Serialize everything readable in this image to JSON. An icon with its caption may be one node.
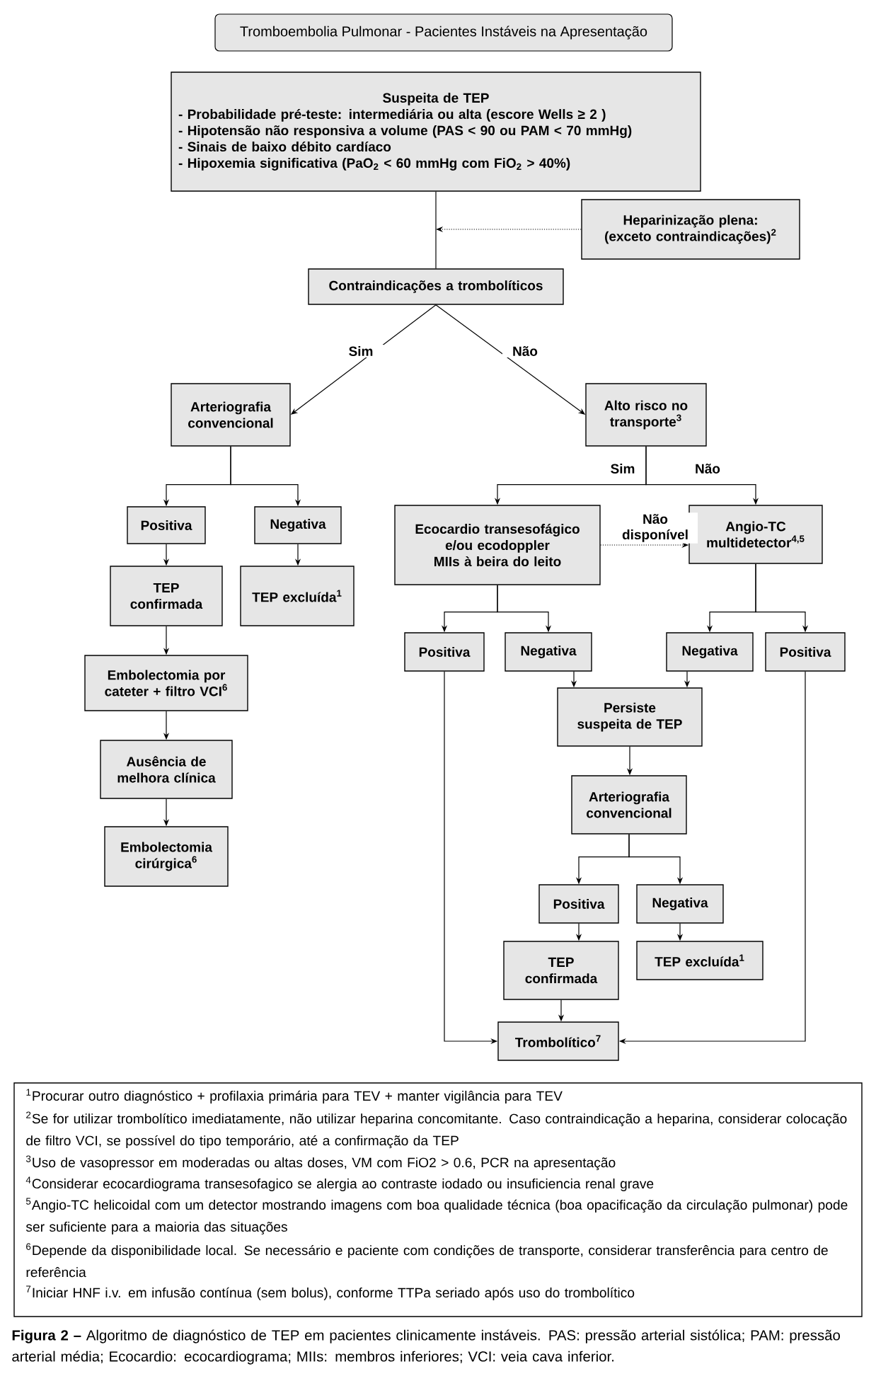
{
  "diagram": {
    "title": "Tromboembolia Pulmonar - Pacientes Instáveis na Apresentação",
    "nodes": [
      {
        "text": [
          "Suspeita de TEP",
          "- Probabilidade pré-teste: intermediária ou alta (escore Wells ≥ 2 )",
          "- Hipotensão não responsiva a volume (PAS < 90 ou PAM < 70 mmHg)",
          "- Sinais de baixo débito cardíaco",
          "- Hipoxemia significativa (PaO$_{2}$ < 60 mmHg com FiO$_{2}$ > 40%)"
        ]
      },
      {
        "text": [
          "Heparinização plena: (exceto contraindicações)$^{2}$"
        ]
      },
      {
        "text": [
          "Contraindicações a trombolíticos"
        ]
      },
      {
        "text": [
          "Arteriografia convencional"
        ]
      },
      {
        "text": [
          "Alto risco no transporte$^{3}$"
        ]
      },
      {
        "text": [
          "Positiva"
        ]
      },
      {
        "text": [
          "Negativa"
        ]
      },
      {
        "text": [
          "TEP confirmada"
        ]
      },
      {
        "text": [
          "TEP excluída$^{1}$"
        ]
      },
      {
        "text": [
          "Embolectomia por cateter + filtro VCI$^{6}$"
        ]
      },
      {
        "text": [
          "Ausência de melhora clínica"
        ]
      },
      {
        "text": [
          "Embolectomia cirúrgica$^{6}$"
        ]
      },
      {
        "text": [
          "Ecocardio transesofágico e/ou ecodoppler MIIs à beira do leito"
        ]
      },
      {
        "text": [
          "Angio-TC multidetector$^{4,5}$"
        ]
      },
      {
        "text": [
          "Positiva"
        ]
      },
      {
        "text": [
          "Negativa"
        ]
      },
      {
        "text": [
          "Negativa"
        ]
      },
      {
        "text": [
          "Positiva"
        ]
      },
      {
        "text": [
          "Persiste suspeita de TEP"
        ]
      },
      {
        "text": [
          "Arteriografia convencional"
        ]
      },
      {
        "text": [
          "Positiva"
        ]
      },
      {
        "text": [
          "Negativa"
        ]
      },
      {
        "text": [
          "TEP confirmada"
        ]
      },
      {
        "text": [
          "TEP excluída$^{1}$"
        ]
      },
      {
        "text": [
          "Trombolítico$^{7}$"
        ]
      }
    ],
    "edges": [
      {
        "from": 0,
        "to": 2,
        "arrow": "none"
      },
      {
        "from": 1,
        "to": null,
        "arrow": "to",
        "style": "dashed"
      },
      {
        "from": 2,
        "to": 3,
        "arrow": "to",
        "label": "Sim"
      },
      {
        "from": 2,
        "to": 4,
        "arrow": "to",
        "label": "Não"
      },
      {
        "from": 3,
        "to": 5,
        "arrow": "to"
      },
      {
        "from": 3,
        "to": 6,
        "arrow": "to"
      },
      {
        "from": 5,
        "to": 7,
        "arrow": "to"
      },
      {
        "from": 6,
        "to": 8,
        "arrow": "to"
      },
      {
        "from": 7,
        "to": 9,
        "arrow": "to"
      },
      {
        "from": 9,
        "to": 10,
        "arrow": "to"
      },
      {
        "from": 10,
        "to": 11,
        "arrow": "to"
      },
      {
        "from": 4,
        "to": 12,
        "arrow": "to",
        "label": "Sim"
      },
      {
        "from": 4,
        "to": 13,
        "arrow": "to",
        "label": "Não"
      },
      {
        "from": 12,
        "to": 13,
        "arrow": "to",
        "style": "dashed",
        "label": "Não disponível"
      },
      {
        "from": 12,
        "to": 14,
        "arrow": "to"
      },
      {
        "from": 12,
        "to": 15,
        "arrow": "to"
      },
      {
        "from": 13,
        "to": 16,
        "arrow": "to"
      },
      {
        "from": 13,
        "to": 17,
        "arrow": "to"
      },
      {
        "from": 15,
        "to": 18,
        "arrow": "to"
      },
      {
        "from": 16,
        "to": 18,
        "arrow": "to"
      },
      {
        "from": 18,
        "to": 19,
        "arrow": "to"
      },
      {
        "from": 19,
        "to": 20,
        "arrow": "to"
      },
      {
        "from": 19,
        "to": 21,
        "arrow": "to"
      },
      {
        "from": 20,
        "to": 22,
        "arrow": "to"
      },
      {
        "from": 21,
        "to": 23,
        "arrow": "to"
      },
      {
        "from": 22,
        "to": 24,
        "arrow": "to"
      },
      {
        "from": 14,
        "to": 24,
        "arrow": "to"
      },
      {
        "from": 17,
        "to": 24,
        "arrow": "to"
      }
    ],
    "labels": [
      "$^{1}$Procurar outro diagnóstico + profilaxia primária para TEV + manter vigilância para TEV",
      "$^{2}$Se for utilizar trombolítico imediatamente, não utilizar heparina concomitante. Caso contraindicação a heparina, considerar colocação de filtro VCI, se possível do tipo temporário, até a confirmação da TEP",
      "$^{3}$Uso de vasopressor em moderadas ou altas doses, VM com FiO2 > 0.6, PCR na apresentação",
      "$^{4}$Considerar ecocardiograma transesofagico se alergia ao contraste iodado ou insuficiencia renal grave",
      "$^{5}$Angio-TC helicoidal com um detector mostrando imagens com boa qualidade técnica (boa opacificação da circulação pulmonar) pode ser suficiente para a maioria das situações",
      "$^{6}$Depende da disponibilidade local. Se necessário e paciente com condições de transporte, considerar transferência para centro de referência",
      "$^{7}$Iniciar HNF i.v. em infusão contínua (sem bolus), conforme TTPa seriado após uso do trombolítico"
    ],
    "caption": "**Figura 2 –** Algoritmo de diagnóstico de TEP em pacientes clinicamente instáveis. PAS: pressão arterial sistólica; PAM: pressão arterial média; Ecocardio: ecocardiograma; MIIs: membros inferiores; VCI: veia cava inferior."
  }
}
